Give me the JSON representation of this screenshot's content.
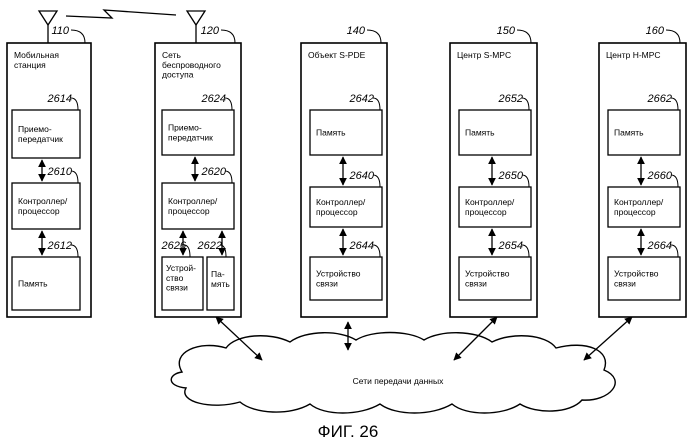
{
  "figure": {
    "caption": "ФИГ. 26"
  },
  "network": {
    "label": "Сети передачи данных"
  },
  "units": [
    {
      "ref": "110",
      "title": [
        "Мобильная",
        "станция"
      ],
      "blocks": [
        {
          "ref": "2614",
          "label": [
            "Приемо-",
            "передатчик"
          ]
        },
        {
          "ref": "2610",
          "label": [
            "Контроллер/",
            "процессор"
          ]
        },
        {
          "ref": "2612",
          "label": [
            "Память"
          ]
        }
      ]
    },
    {
      "ref": "120",
      "title": [
        "Сеть",
        "беспроводного",
        "доступа"
      ],
      "blocks": [
        {
          "ref": "2624",
          "label": [
            "Приемо-",
            "передатчик"
          ]
        },
        {
          "ref": "2620",
          "label": [
            "Контроллер/",
            "процессор"
          ]
        },
        {
          "ref": "2626",
          "label": [
            "Устрой-",
            "ство",
            "связи"
          ]
        },
        {
          "ref": "2622",
          "label": [
            "Па-",
            "мять"
          ]
        }
      ]
    },
    {
      "ref": "140",
      "title": [
        "Объект S-PDE"
      ],
      "blocks": [
        {
          "ref": "2642",
          "label": [
            "Память"
          ]
        },
        {
          "ref": "2640",
          "label": [
            "Контроллер/",
            "процессор"
          ]
        },
        {
          "ref": "2644",
          "label": [
            "Устройство",
            "связи"
          ]
        }
      ]
    },
    {
      "ref": "150",
      "title": [
        "Центр S-MPC"
      ],
      "blocks": [
        {
          "ref": "2652",
          "label": [
            "Память"
          ]
        },
        {
          "ref": "2650",
          "label": [
            "Контроллер/",
            "процессор"
          ]
        },
        {
          "ref": "2654",
          "label": [
            "Устройство",
            "связи"
          ]
        }
      ]
    },
    {
      "ref": "160",
      "title": [
        "Центр H-MPC"
      ],
      "blocks": [
        {
          "ref": "2662",
          "label": [
            "Память"
          ]
        },
        {
          "ref": "2660",
          "label": [
            "Контроллер/",
            "процессор"
          ]
        },
        {
          "ref": "2664",
          "label": [
            "Устройство",
            "связи"
          ]
        }
      ]
    }
  ]
}
